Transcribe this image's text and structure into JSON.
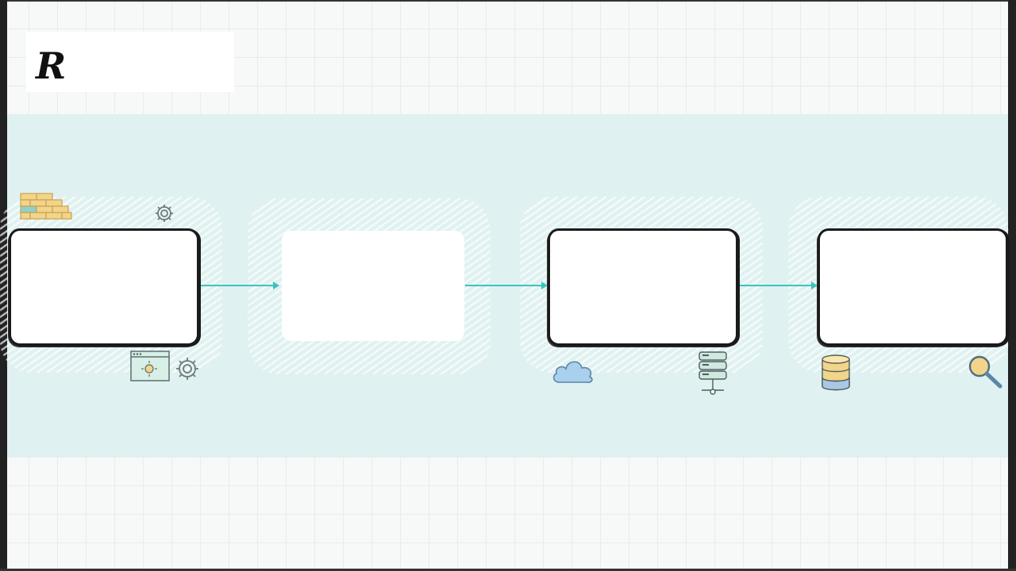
{
  "title": {
    "text": "R"
  },
  "colors": {
    "band": "#dff1f0",
    "arrow": "#3cc4bb",
    "box_border": "#1a1a1a",
    "brick": "#f2d48a",
    "brick_accent": "#8fd0cc",
    "cloud": "#9cc8e8",
    "db_yellow": "#f2d48a",
    "db_blue": "#a9c8e6"
  },
  "diagram": {
    "stages": [
      {
        "id": "stage-1",
        "style": "sketch",
        "label": ""
      },
      {
        "id": "stage-2",
        "style": "plain",
        "label": ""
      },
      {
        "id": "stage-3",
        "style": "sketch",
        "label": ""
      },
      {
        "id": "stage-4",
        "style": "sketch",
        "label": ""
      }
    ],
    "icons": [
      "brick-wall-icon",
      "gear-icon",
      "browser-window-icon",
      "gear-icon",
      "cloud-icon",
      "server-rack-icon",
      "database-icon",
      "magnifier-icon"
    ]
  }
}
